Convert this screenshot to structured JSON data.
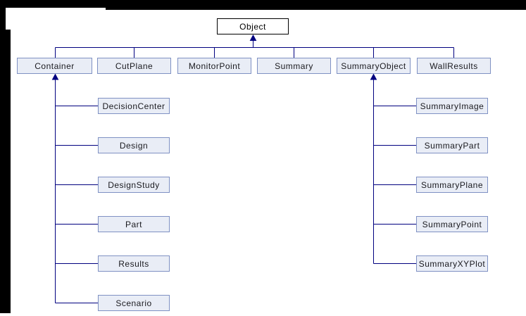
{
  "diagram": {
    "kind": "class-inheritance-hierarchy",
    "nodes": {
      "root": "Object",
      "level2": [
        "Container",
        "CutPlane",
        "MonitorPoint",
        "Summary",
        "SummaryObject",
        "WallResults"
      ],
      "container_children": [
        "DecisionCenter",
        "Design",
        "DesignStudy",
        "Part",
        "Results",
        "Scenario"
      ],
      "summary_object_children": [
        "SummaryImage",
        "SummaryPart",
        "SummaryPlane",
        "SummaryPoint",
        "SummaryXYPlot"
      ]
    }
  },
  "colors": {
    "connector_line": "#00007f",
    "child_box_border": "#7f91c3",
    "child_box_fill": "#e9edf6",
    "child_box_text": "#1a1a1f",
    "root_box_border": "#000000",
    "root_box_fill": "#ffffff",
    "frame": "#000000",
    "background": "#ffffff"
  }
}
